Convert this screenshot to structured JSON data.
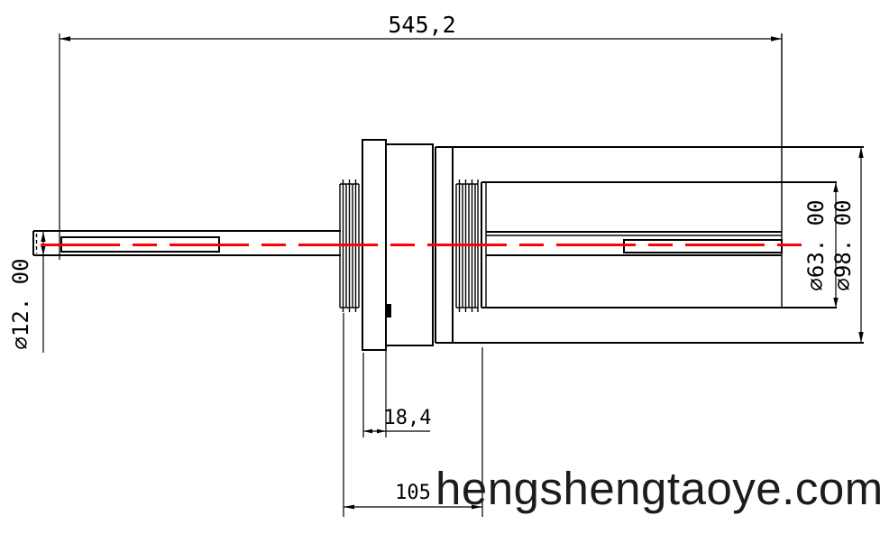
{
  "dims": {
    "overall": "545,2",
    "shaft_dia": "⌀12. 00",
    "cyl_dia": "⌀63. 00",
    "flange_dia": "⌀98. 00",
    "ring_width": "18,4",
    "mid_length": "105"
  },
  "watermark": {
    "text": "hengshengtaoye.com"
  },
  "colors": {
    "outline": "#000000",
    "centerline": "#ff0000",
    "watermark": "#1c1c1c",
    "background": "#ffffff"
  }
}
